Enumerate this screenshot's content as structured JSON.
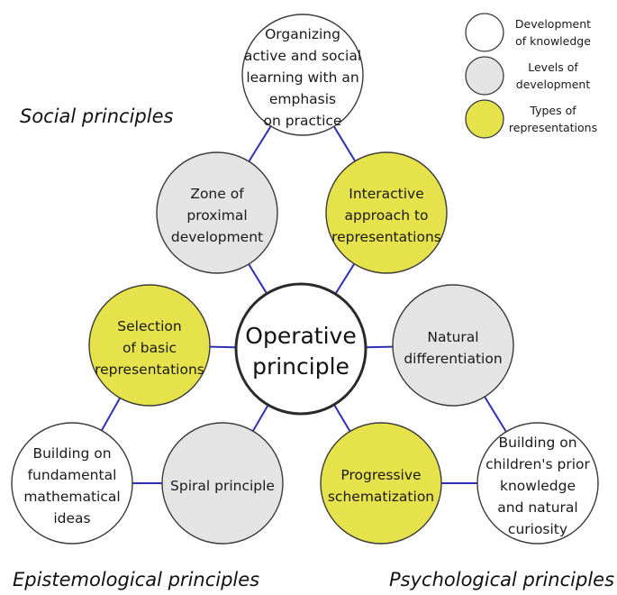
{
  "colors": {
    "knowledge": "#ffffff",
    "levels": "#e4e4e4",
    "representations": "#e6e24c",
    "connector": "#2d2fb5"
  },
  "center": {
    "lines": [
      "Operative",
      "principle"
    ]
  },
  "sections": {
    "social": "Social principles",
    "epistemological": "Epistemological principles",
    "psychological": "Psychological principles"
  },
  "legend": [
    {
      "type": "knowledge",
      "lines": [
        "Development",
        "of knowledge"
      ]
    },
    {
      "type": "levels",
      "lines": [
        "Levels of",
        "development"
      ]
    },
    {
      "type": "representations",
      "lines": [
        "Types of",
        "representations"
      ]
    }
  ],
  "nodes": {
    "organizing": {
      "type": "knowledge",
      "lines": [
        "Organizing",
        "active and social",
        "learning with an",
        "emphasis",
        "on practice"
      ]
    },
    "zone": {
      "type": "levels",
      "lines": [
        "Zone of",
        "proximal",
        "development"
      ]
    },
    "interactive": {
      "type": "representations",
      "lines": [
        "Interactive",
        "approach to",
        "representations"
      ]
    },
    "selection": {
      "type": "representations",
      "lines": [
        "Selection",
        "of basic",
        "representations"
      ]
    },
    "natural_diff": {
      "type": "levels",
      "lines": [
        "Natural",
        "differentiation"
      ]
    },
    "building_math": {
      "type": "knowledge",
      "lines": [
        "Building on",
        "fundamental",
        "mathematical",
        "ideas"
      ]
    },
    "spiral": {
      "type": "levels",
      "lines": [
        "Spiral principle"
      ]
    },
    "progressive": {
      "type": "representations",
      "lines": [
        "Progressive",
        "schematization"
      ]
    },
    "building_children": {
      "type": "knowledge",
      "lines": [
        "Building on",
        "children's prior",
        "knowledge",
        "and natural",
        "curiosity"
      ]
    }
  }
}
